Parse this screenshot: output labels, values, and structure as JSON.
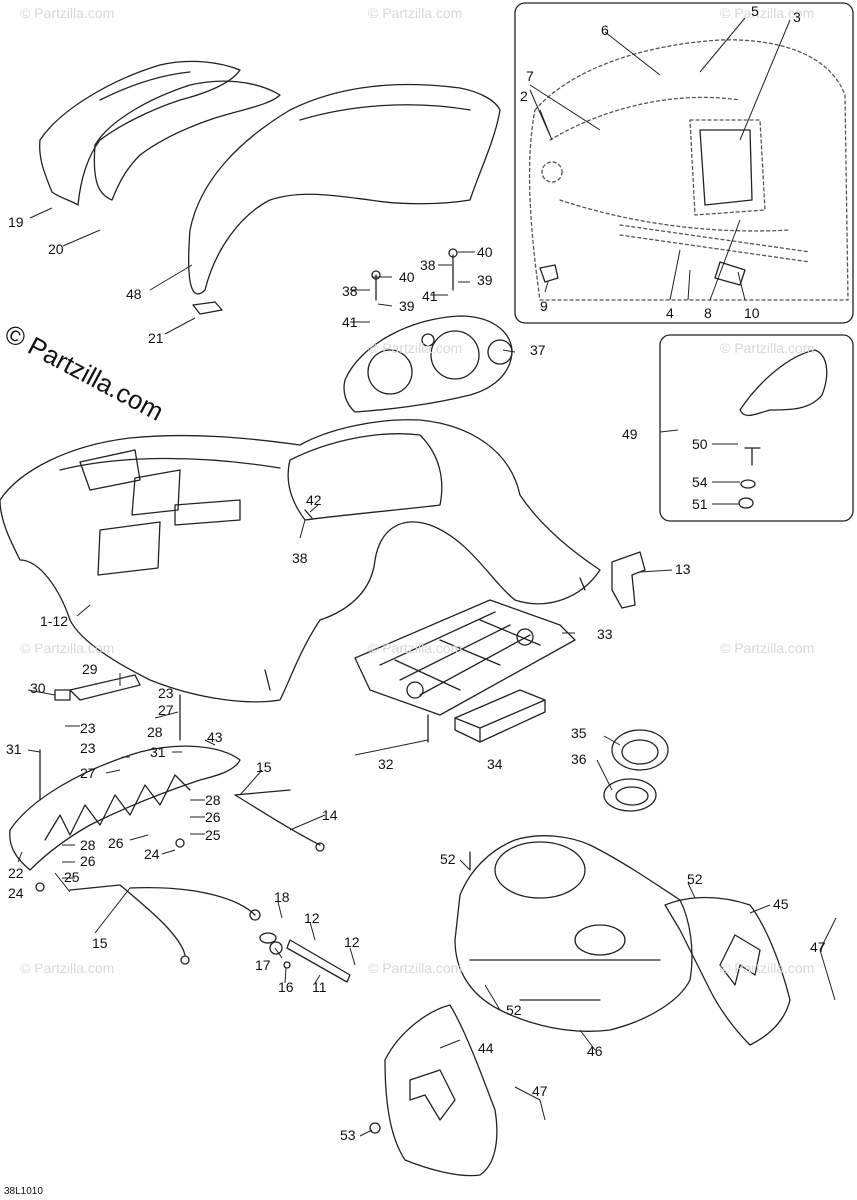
{
  "watermark": "© Partzilla.com",
  "brand_watermark": "© Partzilla.com",
  "drawing_code": "38L1010",
  "callouts": {
    "c1_12": "1-12",
    "c2": "2",
    "c3": "3",
    "c4": "4",
    "c5": "5",
    "c6": "6",
    "c7": "7",
    "c8": "8",
    "c9": "9",
    "c10": "10",
    "c11": "11",
    "c12a": "12",
    "c12b": "12",
    "c13": "13",
    "c14": "14",
    "c15a": "15",
    "c15b": "15",
    "c16": "16",
    "c17": "17",
    "c18": "18",
    "c19": "19",
    "c20": "20",
    "c21": "21",
    "c22": "22",
    "c23a": "23",
    "c23b": "23",
    "c23c": "23",
    "c24a": "24",
    "c24b": "24",
    "c25a": "25",
    "c25b": "25",
    "c26a": "26",
    "c26b": "26",
    "c26c": "26",
    "c27a": "27",
    "c27b": "27",
    "c28a": "28",
    "c28b": "28",
    "c28c": "28",
    "c29": "29",
    "c30": "30",
    "c31a": "31",
    "c31b": "31",
    "c32": "32",
    "c33": "33",
    "c34": "34",
    "c35": "35",
    "c36": "36",
    "c37": "37",
    "c38a": "38",
    "c38b": "38",
    "c38c": "38",
    "c39a": "39",
    "c39b": "39",
    "c40a": "40",
    "c40b": "40",
    "c41a": "41",
    "c41b": "41",
    "c42": "42",
    "c43": "43",
    "c44": "44",
    "c45": "45",
    "c46": "46",
    "c47a": "47",
    "c47b": "47",
    "c48": "48",
    "c49": "49",
    "c50": "50",
    "c51": "51",
    "c52a": "52",
    "c52b": "52",
    "c52c": "52",
    "c53": "53",
    "c54": "54"
  }
}
